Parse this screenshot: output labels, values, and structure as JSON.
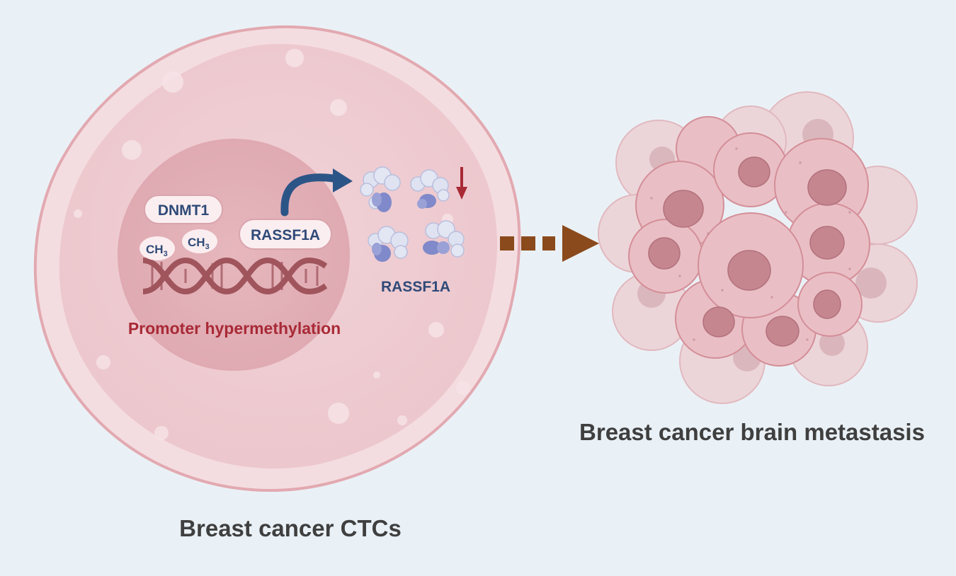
{
  "labels": {
    "enzyme": "DNMT1",
    "methyl_group": "CH",
    "methyl_subscript": "3",
    "gene": "RASSF1A",
    "protein": "RASSF1A",
    "mechanism": "Promoter hypermethylation",
    "source_caption": "Breast cancer CTCs",
    "target_caption": "Breast cancer brain metastasis"
  },
  "colors": {
    "background": "#eaf1f6",
    "cell_membrane": "#e2a9b1",
    "cell_cytoplasm": "#efcfd4",
    "nucleus": "#e0aab2",
    "dna": "#a0545c",
    "gene_arrow": "#2c5587",
    "down_arrow": "#a82a36",
    "dashed_arrow": "#8a4a1c",
    "protein": "#d6dbee",
    "protein_core": "#8089c9",
    "text_blue": "#2f4a78",
    "text_red": "#a82a36",
    "text_gray": "#3f3f3f"
  },
  "icons": {
    "gene_activation_arrow": "curved-arrow-icon",
    "downregulation_arrow": "down-arrow-icon",
    "progression_arrow": "dashed-right-arrow-icon"
  }
}
